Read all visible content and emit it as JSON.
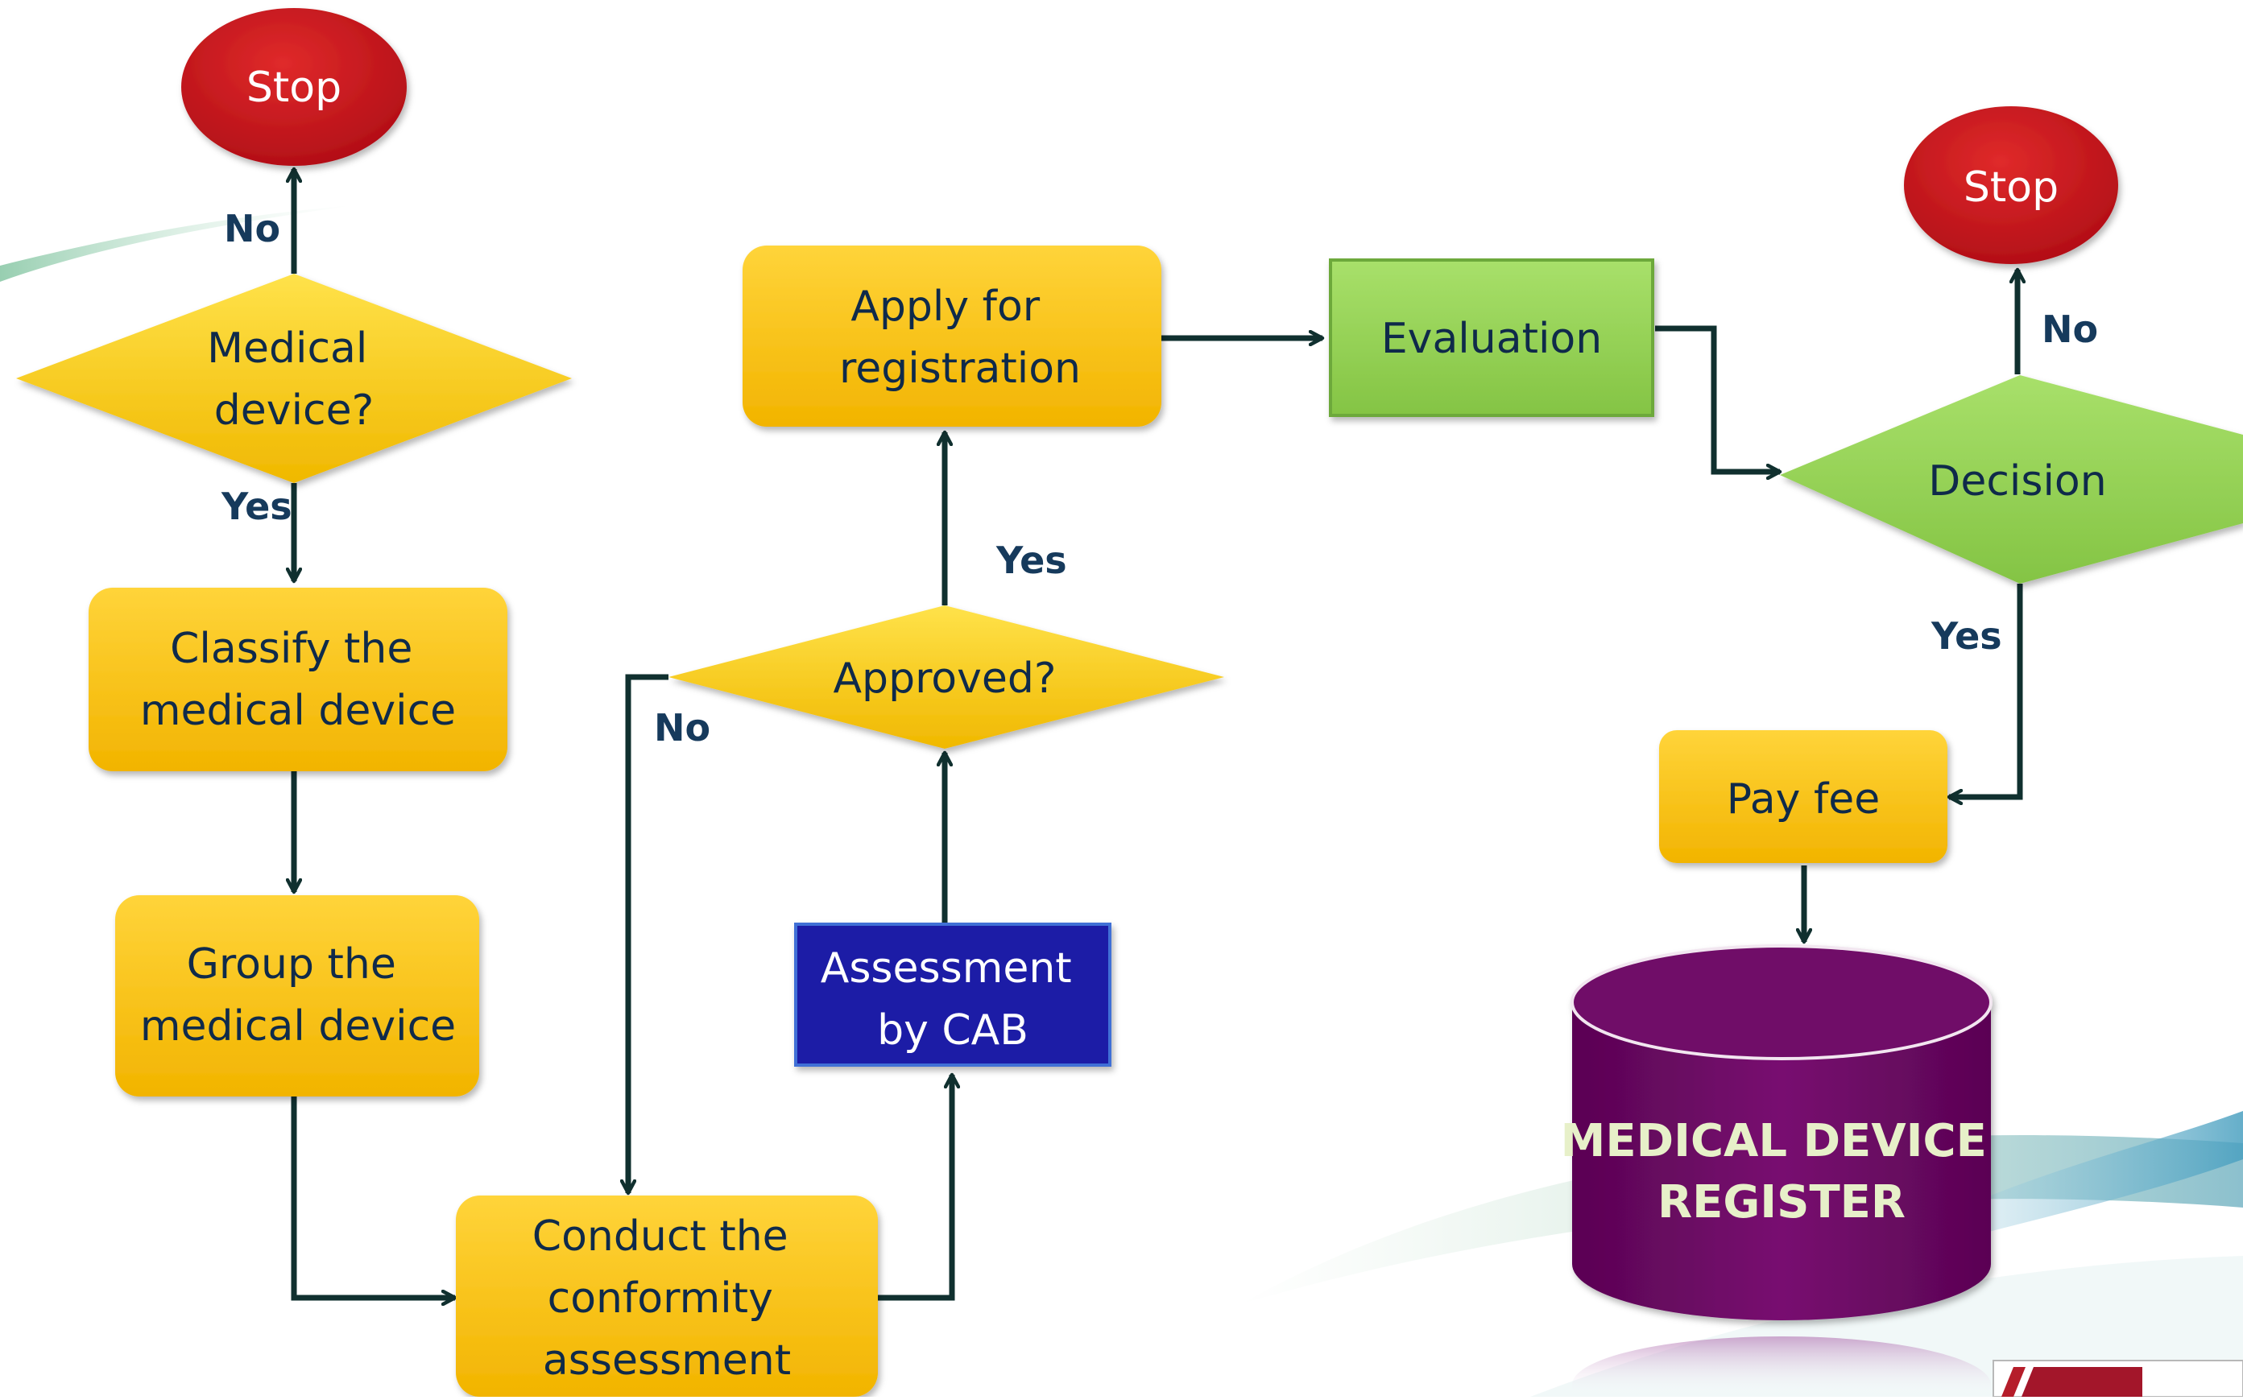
{
  "nodes": {
    "stop_top": "Stop",
    "medical_device": [
      "Medical",
      "device?"
    ],
    "classify": [
      "Classify the",
      "medical device"
    ],
    "group": [
      "Group the",
      "medical device"
    ],
    "conduct": [
      "Conduct the",
      "conformity",
      "assessment"
    ],
    "assessment_cab": [
      "Assessment",
      "by CAB"
    ],
    "approved": "Approved?",
    "apply": [
      "Apply for",
      "registration"
    ],
    "evaluation": "Evaluation",
    "decision": "Decision",
    "stop_right": "Stop",
    "pay_fee": "Pay fee",
    "register": [
      "MEDICAL DEVICE",
      "REGISTER"
    ]
  },
  "edge_labels": {
    "md_no": "No",
    "md_yes": "Yes",
    "approved_yes": "Yes",
    "approved_no": "No",
    "decision_no": "No",
    "decision_yes": "Yes"
  },
  "colors": {
    "process_fill": "#f9c311",
    "stop_fill": "#c8141e",
    "assessment_fill": "#1c1aa6",
    "green_fill": "#98d65a",
    "register_fill": "#6e0a66",
    "line": "#10302f"
  }
}
